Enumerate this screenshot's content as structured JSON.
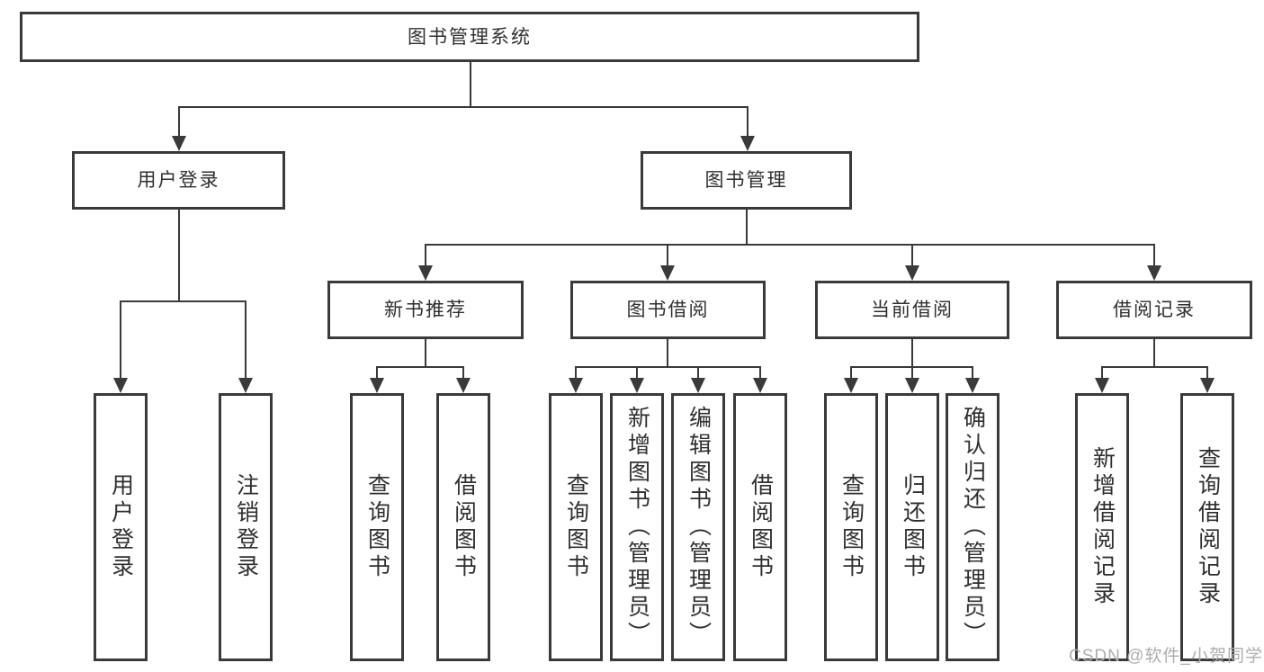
{
  "diagram_type": "hierarchy-tree",
  "tree": {
    "root": {
      "label": "图书管理系统",
      "children": [
        {
          "label": "用户登录",
          "children": [
            {
              "label": "用户登录"
            },
            {
              "label": "注销登录"
            }
          ]
        },
        {
          "label": "图书管理",
          "children": [
            {
              "label": "新书推荐",
              "children": [
                {
                  "label": "查询图书"
                },
                {
                  "label": "借阅图书"
                }
              ]
            },
            {
              "label": "图书借阅",
              "children": [
                {
                  "label": "查询图书"
                },
                {
                  "label": "新增图书（管理员）"
                },
                {
                  "label": "编辑图书（管理员）"
                },
                {
                  "label": "借阅图书"
                }
              ]
            },
            {
              "label": "当前借阅",
              "children": [
                {
                  "label": "查询图书"
                },
                {
                  "label": "归还图书"
                },
                {
                  "label": "确认归还（管理员）"
                }
              ]
            },
            {
              "label": "借阅记录",
              "children": [
                {
                  "label": "新增借阅记录"
                },
                {
                  "label": "查询借阅记录"
                }
              ]
            }
          ]
        }
      ]
    }
  },
  "watermark": {
    "text": "CSDN @软件_小贺同学"
  },
  "colors": {
    "line": "#3a3a3a",
    "box_border": "#3a3a3a",
    "text": "#2f2f2f",
    "watermark": "#adadad",
    "background": "#ffffff"
  }
}
